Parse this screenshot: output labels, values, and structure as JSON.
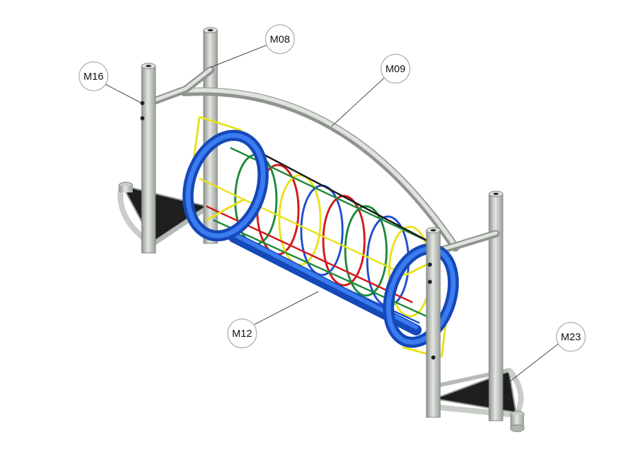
{
  "figure": {
    "subject": "playground crawl tunnel bridge assembly",
    "colors": {
      "post": "#c9cdc8",
      "post_shade": "#8f948e",
      "tunnel_ring": "#1f5fd6",
      "rope_yellow": "#e8e21c",
      "rope_green": "#1f8a3a",
      "rope_red": "#d11a1a",
      "rope_blue": "#1f4fd0",
      "rope_black": "#1a1a1a",
      "platform": "#1c1c1c"
    }
  },
  "callouts": [
    {
      "id": "M08",
      "label": "M08"
    },
    {
      "id": "M09",
      "label": "M09"
    },
    {
      "id": "M16",
      "label": "M16"
    },
    {
      "id": "M12",
      "label": "M12"
    },
    {
      "id": "M23",
      "label": "M23"
    }
  ]
}
